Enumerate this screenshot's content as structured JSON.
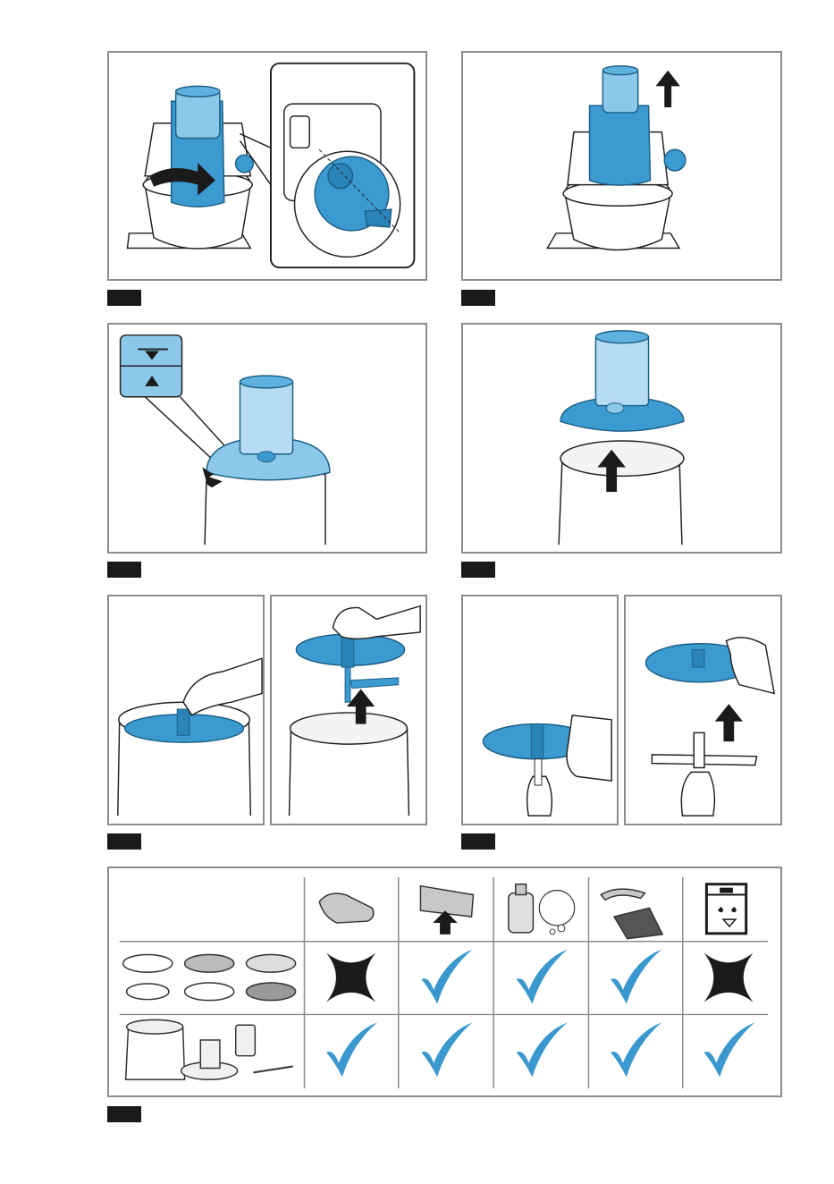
{
  "page": {
    "background": "#ffffff"
  },
  "colors": {
    "accent_blue": "#3b9bd1",
    "light_blue": "#8cc8ea",
    "frame_gray": "#8c8c8c",
    "ink": "#1a1a1a",
    "check_blue": "#3a98cf"
  },
  "panels": [
    {
      "id": "p1",
      "icons": [
        "turn-arrow-icon",
        "bayonet-detail-icon"
      ]
    },
    {
      "id": "p2",
      "icons": [
        "lift-arrow-icon"
      ]
    },
    {
      "id": "p3",
      "icons": [
        "lid-unlock-icon"
      ]
    },
    {
      "id": "p4",
      "icons": [
        "lid-lift-icon"
      ]
    },
    {
      "id": "p5",
      "icons": [
        "disc-remove-icon"
      ]
    },
    {
      "id": "p6",
      "icons": [
        "disc-separate-icon"
      ]
    }
  ],
  "cleaning_table": {
    "headers": [
      "cloth-icon",
      "sponge-icon",
      "detergent-icon",
      "brush-icon",
      "dishwasher-icon"
    ],
    "rows": [
      {
        "items": "discs-icon",
        "marks": [
          "cross",
          "check",
          "check",
          "check",
          "cross"
        ]
      },
      {
        "items": "bowl-parts-icon",
        "marks": [
          "check",
          "check",
          "check",
          "check",
          "check"
        ]
      }
    ]
  }
}
